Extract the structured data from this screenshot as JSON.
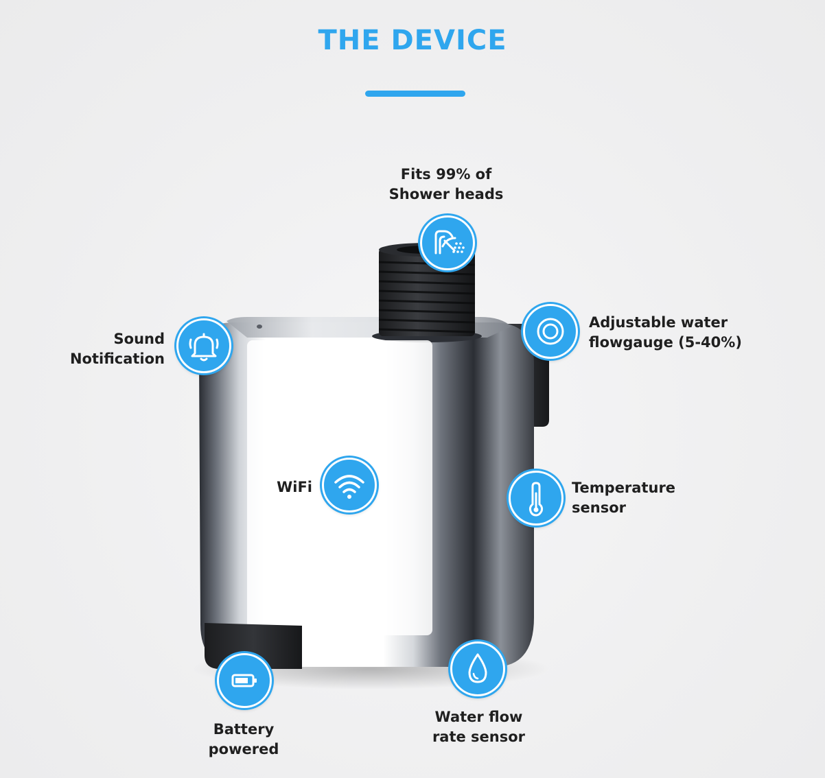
{
  "header": {
    "title": "THE DEVICE"
  },
  "features": {
    "shower": {
      "line1": "Fits 99% of",
      "line2": "Shower heads",
      "icon": "shower-head-icon"
    },
    "flow_gauge": {
      "line1": "Adjustable water",
      "line2": "flowgauge (5-40%)",
      "icon": "flow-gauge-icon"
    },
    "sound": {
      "line1": "Sound",
      "line2": "Notification",
      "icon": "bell-icon"
    },
    "wifi": {
      "label": "WiFi",
      "icon": "wifi-icon"
    },
    "temperature": {
      "line1": "Temperature",
      "line2": "sensor",
      "icon": "thermometer-icon"
    },
    "battery": {
      "line1": "Battery",
      "line2": "powered",
      "icon": "battery-icon"
    },
    "water_flow": {
      "line1": "Water flow",
      "line2": "rate sensor",
      "icon": "water-drop-icon"
    }
  },
  "colors": {
    "accent": "#2fa6ee",
    "text": "#1f1f1f",
    "background": "#f0f0f1"
  }
}
